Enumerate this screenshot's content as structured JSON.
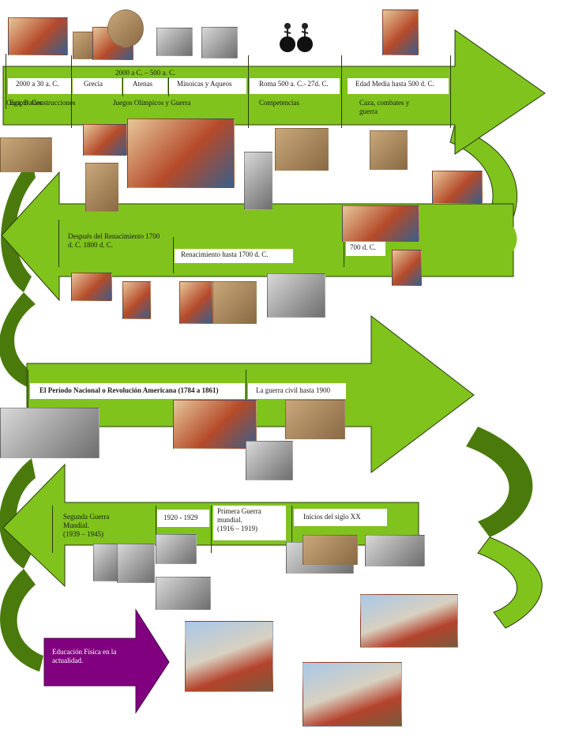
{
  "labels": {
    "range_2000_500": "2000 a C.  – 500 a. C.",
    "era_2000_30": "2000 a 30 a. C.",
    "grecia": "Grecia",
    "atenas": "Atenas",
    "minoicas": "Minoicas y Aqueos",
    "roma": "Roma 500 a. C.- 27d. C.",
    "edad_media": "Edad Media  hasta 500 d. C.",
    "caza": "Caza, Bailes",
    "egipto": "Egipto",
    "construcciones": "Construcciones",
    "juegos": "Juegos Olímpicos y Guerra",
    "competencias": "Competencias",
    "caza_combates": "Caza, combates y guerra",
    "despues_renacimiento": "Después del Renacimiento 1700 d. C. 1800 d. C.",
    "siglo_700": "700 d. C.",
    "renacimiento": "Renacimiento hasta 1700 d. C.",
    "periodo_nacional": "El Período Nacional o Revolución Americana (1784 a 1861)",
    "guerra_civil": "La guerra civil hasta 1900",
    "segunda_guerra": "Segunda Guerra Mundial.\n (1939 – 1945)",
    "decada_20": "1920 - 1929",
    "primera_guerra": "Primera Guerra mundial.\n (1916 – 1919)",
    "inicios_xx": "Inicios del siglo XX",
    "actualidad": "Educación Física en la actualidad."
  },
  "colors": {
    "green_band": "#7fc31c",
    "green_dark": "#4a7a0c",
    "purple_arrow": "#800080",
    "outline": "#2b3a10"
  }
}
